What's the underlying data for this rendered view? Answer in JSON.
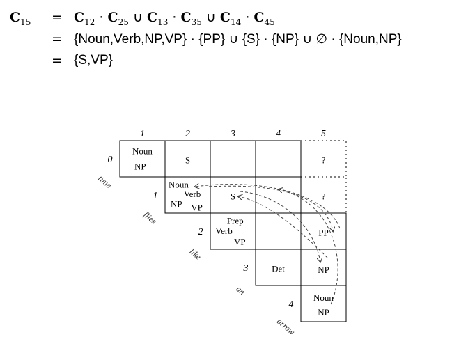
{
  "equation": {
    "lhs_base": "C",
    "lhs_sub": "15",
    "line1_op": "=",
    "line1_terms": [
      {
        "base": "C",
        "sub": "12"
      },
      {
        "sep": "·"
      },
      {
        "base": "C",
        "sub": "25"
      },
      {
        "sep": "∪"
      },
      {
        "base": "C",
        "sub": "13"
      },
      {
        "sep": "·"
      },
      {
        "base": "C",
        "sub": "35"
      },
      {
        "sep": "∪"
      },
      {
        "base": "C",
        "sub": "14"
      },
      {
        "sep": "·"
      },
      {
        "base": "C",
        "sub": "45"
      }
    ],
    "line2_op": "=",
    "line2_text": "{Noun,Verb,NP,VP} · {PP} ∪ {S} · {NP} ∪ ∅ · {Noun,NP}",
    "line3_op": "=",
    "line3_text": "{S,VP}"
  },
  "chart": {
    "col_headers": [
      "1",
      "2",
      "3",
      "4",
      "5"
    ],
    "row_headers": [
      "0",
      "1",
      "2",
      "3",
      "4"
    ],
    "words": [
      "time",
      "flies",
      "like",
      "an",
      "arrow"
    ],
    "cells": {
      "c01": [
        "Noun",
        "NP"
      ],
      "c02": [
        "S"
      ],
      "c05": [
        "?"
      ],
      "c12": [
        "Noun",
        "Verb",
        "NP",
        "VP"
      ],
      "c13": [
        "S"
      ],
      "c15": [
        "?"
      ],
      "c23": [
        "Prep",
        "Verb",
        "VP"
      ],
      "c25": [
        "PP"
      ],
      "c34": [
        "Det"
      ],
      "c35": [
        "NP"
      ],
      "c45": [
        "Noun",
        "NP"
      ]
    }
  }
}
